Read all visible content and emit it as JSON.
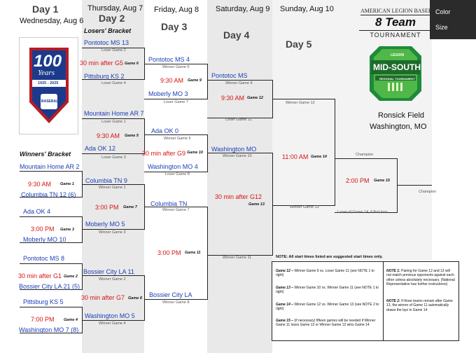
{
  "days": [
    {
      "title": "Day 1",
      "date": "Wednesday, Aug 6"
    },
    {
      "title": "Day 2",
      "date": "Thursday, Aug 7"
    },
    {
      "title": "Day 3",
      "date": "Friday, Aug 8"
    },
    {
      "title": "Day 4",
      "date": "Saturday, Aug 9"
    },
    {
      "title": "Day 5",
      "date": "Sunday, Aug 10"
    }
  ],
  "header": {
    "org": "AMERICAN LEGION BASEBALL",
    "big": "8 Team",
    "tournament": "TOURNAMENT"
  },
  "logo_text": {
    "top": "100",
    "middle": "Years",
    "years": "1925 - 2025",
    "bottom": "BASEBALL"
  },
  "midsouth": {
    "legion": "LEGION",
    "name": "MID-SOUTH",
    "sub": "REGIONAL TOURNAMENT"
  },
  "venue": {
    "name": "Ronsick Field",
    "city": "Washington, MO"
  },
  "brackets": {
    "losers": "Losers' Bracket",
    "winners": "Winners' Bracket"
  },
  "menu": {
    "color": "Color",
    "size": "Size"
  },
  "day1_games": [
    {
      "time": "9:30 AM",
      "game": "Game 1",
      "top": "Mountain Home AR 2",
      "bottom": "Columbia TN 12 (6)"
    },
    {
      "time": "3:00 PM",
      "game": "Game 3",
      "top": "Ada OK 4",
      "bottom": "Moberly MO 10"
    },
    {
      "time": "30 min after G1",
      "game": "Game 2",
      "top": "Pontotoc MS 8",
      "bottom": "Bossier City LA 21 (5)"
    },
    {
      "time": "7:00 PM",
      "game": "Game 4",
      "top": "Pittsburg KS 5",
      "bottom": "Washington MO 7 (8)"
    }
  ],
  "day2_winners": [
    {
      "team": "Columbia TN  9",
      "sub": "Winner Game 1"
    },
    {
      "time": "3:00 PM",
      "game": "Game 7"
    },
    {
      "team": "Moberly MO  5",
      "sub": "Winner Game 3"
    },
    {
      "team": "Bossier City LA  11",
      "sub": "Winner Game 2"
    },
    {
      "time": "30 min after G7",
      "game": "Game 8"
    },
    {
      "team": "Washington MO  5",
      "sub": "Winner Game 4"
    }
  ],
  "day2_losers": [
    {
      "team": "Pontotoc MS  13",
      "sub": "Loser Game 2"
    },
    {
      "time": "30 min after G5",
      "game": "Game 6"
    },
    {
      "team": "Pittsburg KS  2",
      "sub": "Loser Game 4"
    },
    {
      "team": "Mountain Home AR  7",
      "sub": "Loser Game 1"
    },
    {
      "time": "9:30 AM",
      "game": "Game 5"
    },
    {
      "team": "Ada OK  12",
      "sub": "Loser Game 3"
    }
  ],
  "day3": [
    {
      "team": "Pontotoc MS  4",
      "sub": "Winner Game 6"
    },
    {
      "time": "9:30 AM",
      "game": "Game 9"
    },
    {
      "team": "Moberly MO  3",
      "sub": "Loser Game 7"
    },
    {
      "team": "Ada OK  0",
      "sub": "Winner Game 5"
    },
    {
      "time": "30 min after G9",
      "game": "Game 10"
    },
    {
      "team": "Washington MO  4",
      "sub": "Loser Game 8"
    },
    {
      "team": "Columbia TN",
      "sub": "Winner Game 7"
    },
    {
      "time": "3:00 PM",
      "game": "Game 11"
    },
    {
      "team": "Bossier City LA",
      "sub": "Winner Game 8"
    }
  ],
  "day4": [
    {
      "team": "Pontotoc MS",
      "sub": "Winner Game 9"
    },
    {
      "time": "9:30 AM",
      "game": "Game 12"
    },
    {
      "sub": "Loser Game 11"
    },
    {
      "team": "Washington MO",
      "sub": "Winner Game 10"
    },
    {
      "time": "30 min after G12",
      "game": "Game 13"
    },
    {
      "sub": "Winner Game 11"
    }
  ],
  "day5": [
    {
      "sub": "Winner Game 12"
    },
    {
      "time": "11:00 AM",
      "game": "Game 14"
    },
    {
      "sub": "Winner Game 13"
    },
    {
      "sub": "Champion"
    },
    {
      "time": "2:00 PM",
      "game": "Game 15"
    },
    {
      "sub": "Loser of Game 14, if first loss"
    },
    {
      "sub": "Champion"
    }
  ],
  "notes_header": "NOTE: All start times listed are suggested start times only.",
  "notes_left": [
    {
      "g": "Game 12 –",
      "t": "Winner Game 9 vs. Loser Game 11 (see NOTE 1 to right)"
    },
    {
      "g": "Game 13 –",
      "t": "Winner Game 10 vs. Winner Game 11 (see NOTE 1 to right)"
    },
    {
      "g": "Game 14 –",
      "t": "Winner Game 12 vs. Winner Game 13 (see NOTE 2 to right)"
    },
    {
      "g": "Game 15 –",
      "t": "(if necessary) fifteen games will be needed if Winner Game 11 loses Game 13 or Winner Game 12 wins Game 14"
    }
  ],
  "notes_right": [
    {
      "g": "NOTE 1:",
      "t": "Pairing for Game 12 and 13 will not match previous opponents against each other unless absolutely necessary. (National Representative has further instructions)"
    },
    {
      "g": "NOTE 2:",
      "t": "If three teams remain after Game 13, the winner of Game 11 automatically draws the bye in Game 14"
    }
  ]
}
